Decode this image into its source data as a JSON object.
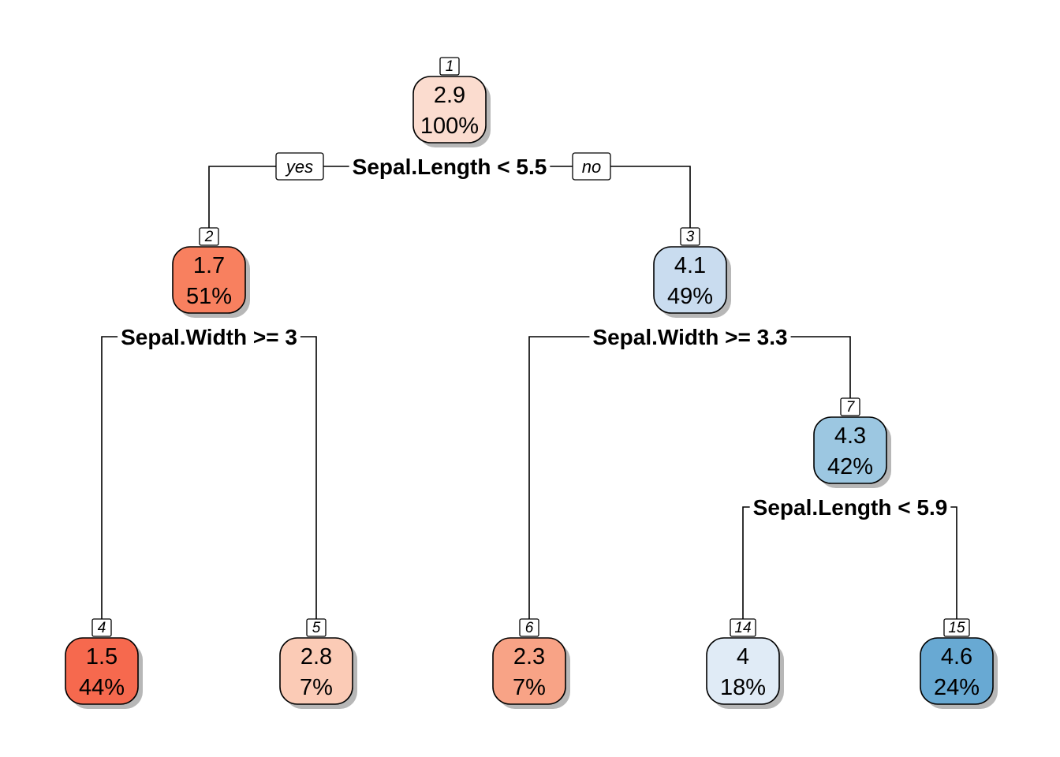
{
  "tree": {
    "nodes": [
      {
        "id": "1",
        "value": "2.9",
        "percent": "100%",
        "color": "#fbdccf"
      },
      {
        "id": "2",
        "value": "1.7",
        "percent": "51%",
        "color": "#f8805f"
      },
      {
        "id": "3",
        "value": "4.1",
        "percent": "49%",
        "color": "#c9dcef"
      },
      {
        "id": "4",
        "value": "1.5",
        "percent": "44%",
        "color": "#f6694e"
      },
      {
        "id": "5",
        "value": "2.8",
        "percent": "7%",
        "color": "#fbcbb6"
      },
      {
        "id": "6",
        "value": "2.3",
        "percent": "7%",
        "color": "#f8a386"
      },
      {
        "id": "7",
        "value": "4.3",
        "percent": "42%",
        "color": "#9cc7e1"
      },
      {
        "id": "14",
        "value": "4",
        "percent": "18%",
        "color": "#e0ebf6"
      },
      {
        "id": "15",
        "value": "4.6",
        "percent": "24%",
        "color": "#68a9d3"
      }
    ],
    "splits": [
      {
        "parent": "1",
        "label": "Sepal.Length < 5.5"
      },
      {
        "parent": "2",
        "label": "Sepal.Width >= 3"
      },
      {
        "parent": "3",
        "label": "Sepal.Width >= 3.3"
      },
      {
        "parent": "7",
        "label": "Sepal.Length < 5.9"
      }
    ],
    "yes_label": "yes",
    "no_label": "no"
  }
}
